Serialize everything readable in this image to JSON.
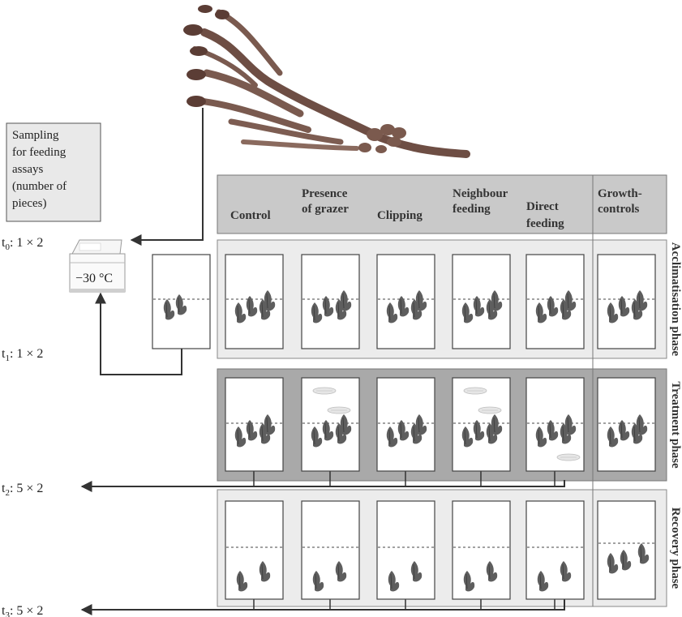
{
  "sampling_box": {
    "lines": [
      "Sampling",
      "for feeding",
      "assays",
      "(number of",
      "pieces)"
    ]
  },
  "freezer": {
    "temperature": "−30 °C"
  },
  "timepoints": [
    {
      "t": "t",
      "sub": "0",
      "value": ": 1 × 2"
    },
    {
      "t": "t",
      "sub": "1",
      "value": ": 1 × 2"
    },
    {
      "t": "t",
      "sub": "2",
      "value": ": 5 × 2"
    },
    {
      "t": "t",
      "sub": "3",
      "value": ": 5 × 2"
    }
  ],
  "treatments": [
    {
      "lines": [
        "Control"
      ]
    },
    {
      "lines": [
        "Presence",
        "of grazer"
      ]
    },
    {
      "lines": [
        "Clipping"
      ]
    },
    {
      "lines": [
        "Neighbour",
        "feeding"
      ]
    },
    {
      "lines": [
        "Direct",
        "feeding"
      ]
    }
  ],
  "growth_controls": {
    "lines": [
      "Growth-",
      "controls"
    ]
  },
  "phases": [
    "Acclimatisation phase",
    "Treatment phase",
    "Recovery phase"
  ]
}
